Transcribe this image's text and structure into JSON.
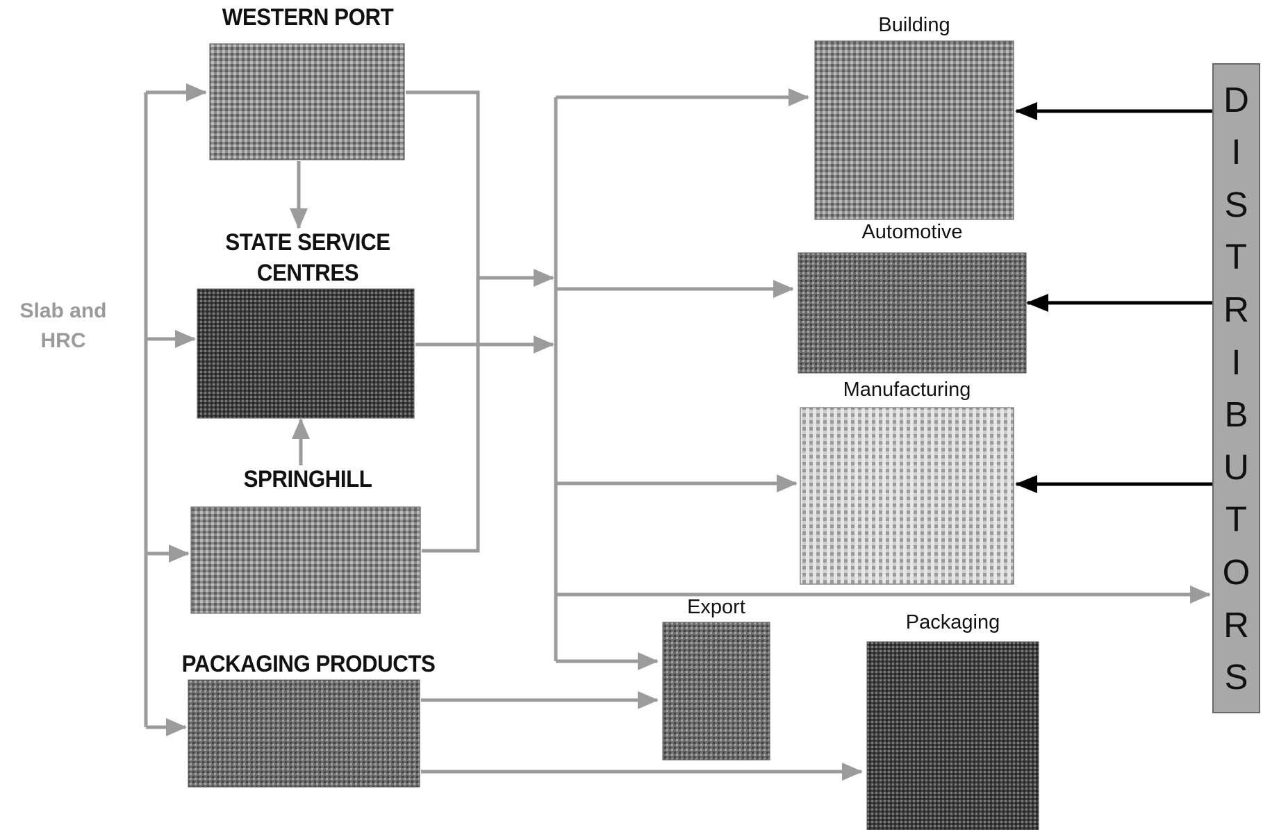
{
  "input": {
    "line1": "Slab and",
    "line2": "HRC"
  },
  "sources": {
    "western_port": "WESTERN PORT",
    "state_service_1": "STATE SERVICE",
    "state_service_2": "CENTRES",
    "springhill": "SPRINGHILL",
    "packaging_products": "PACKAGING PRODUCTS"
  },
  "destinations": {
    "building": "Building",
    "automotive": "Automotive",
    "manufacturing": "Manufacturing",
    "export": "Export",
    "packaging": "Packaging"
  },
  "distributors": "DISTRIBUTORS",
  "colors": {
    "flow": "#9b9b9b",
    "distributor_arrow": "#000000",
    "panel": "#a8a8a8"
  }
}
